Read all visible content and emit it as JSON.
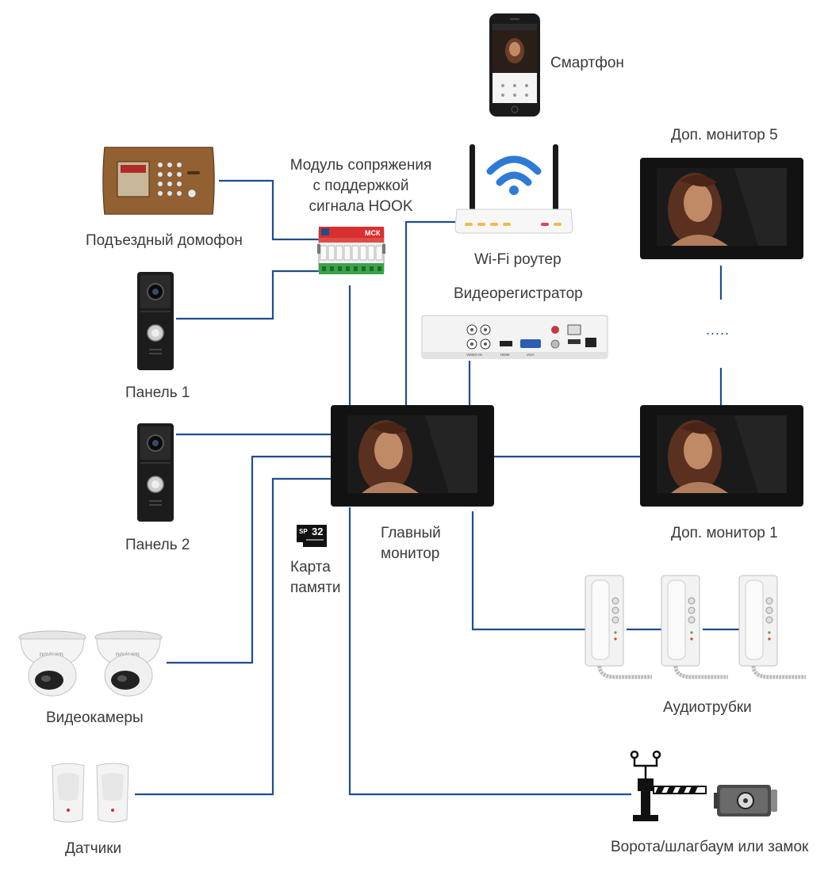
{
  "labels": {
    "smartphone": "Смартфон",
    "entrance_intercom": "Подъездный домофон",
    "module": "Модуль сопряжения\nс поддержкой\nсигнала HOOK",
    "router": "Wi-Fi роутер",
    "dvr": "Видеорегистратор",
    "monitor5": "Доп. монитор 5",
    "dots": ".....",
    "panel1": "Панель 1",
    "panel2": "Панель 2",
    "main_monitor": "Главный\nмонитор",
    "monitor1": "Доп. монитор 1",
    "memory_card": "Карта\nпамяти",
    "cameras": "Видеокамеры",
    "handsets": "Аудиотрубки",
    "sensors": "Датчики",
    "gate": "Ворота/шлагбаум или замок"
  },
  "device_text": {
    "module_brand": "МСК",
    "sd_card_capacity": "32",
    "sd_card_brand": "SP",
    "camera_brand": "novicam",
    "dvr_port_hdmi": "HDMI",
    "dvr_port_vga": "VGA",
    "dvr_port_video": "VIDEO IN"
  },
  "colors": {
    "wire": "#1f4e8c",
    "wifi": "#2e7bd6",
    "intercom_bronze": "#8a5a2e",
    "panel_black": "#1c1c1c"
  }
}
